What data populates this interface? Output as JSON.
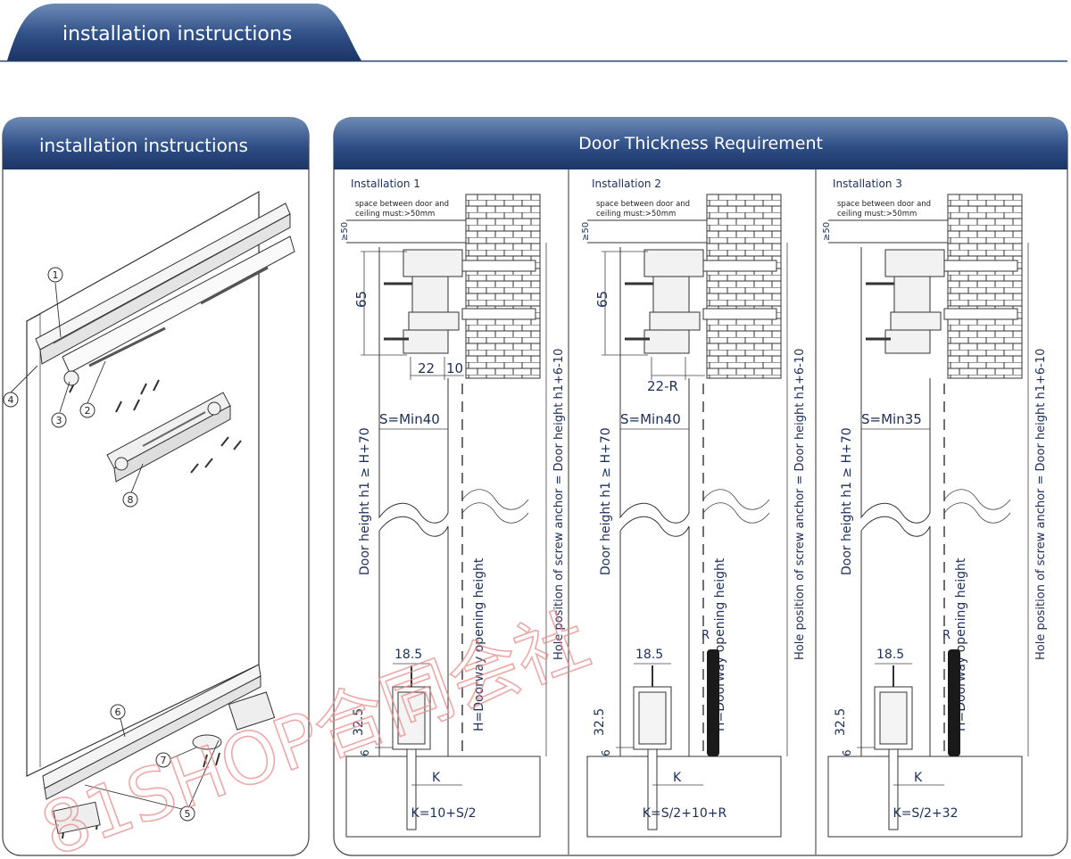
{
  "banner": {
    "title": "installation instructions"
  },
  "left_panel": {
    "title": "installation instructions",
    "callouts": [
      "1",
      "2",
      "3",
      "4",
      "5",
      "6",
      "7",
      "8",
      "5"
    ]
  },
  "right_panel": {
    "title": "Door  Thickness Requirement",
    "installations": [
      {
        "label": "Installation 1",
        "space_note_1": "space between door and",
        "space_note_2": "ceiling must:>50mm",
        "clearance": "≥50",
        "dim_65": "65",
        "dim_a": "22",
        "dim_b": "10",
        "thickness": "S=Min40",
        "door_height": "Door height h1 ≥ H+70",
        "opening_height": "H=Doorway opening height",
        "hole_position": "Hole position of screw anchor = Door height h1+6-10",
        "dim_185": "18.5",
        "dim_325": "32.5",
        "dim_6": "6",
        "k_label": "K",
        "formula": "K=10+S/2"
      },
      {
        "label": "Installation 2",
        "space_note_1": "space between door and",
        "space_note_2": "ceiling must:>50mm",
        "clearance": "≥50",
        "dim_65": "65",
        "dim_a": "22-R",
        "thickness": "S=Min40",
        "door_height": "Door height h1 ≥ H+70",
        "opening_height": "H=Doorway opening height",
        "hole_position": "Hole position of screw anchor = Door height h1+6-10",
        "r_label": "R",
        "dim_185": "18.5",
        "dim_325": "32.5",
        "dim_6": "6",
        "k_label": "K",
        "formula": "K=S/2+10+R"
      },
      {
        "label": "Installation 3",
        "space_note_1": "space between door and",
        "space_note_2": "ceiling must:>50mm",
        "clearance": "≥50",
        "thickness": "S=Min35",
        "door_height": "Door height h1 ≥ H+70",
        "opening_height": "H=Doorway opening height",
        "hole_position": "Hole position of screw anchor = Door height h1+6-10",
        "r_label": "R",
        "dim_185": "18.5",
        "dim_325": "32.5",
        "dim_6": "6",
        "k_label": "K",
        "formula": "K=S/2+32"
      }
    ]
  },
  "watermark": "81SHOP合同会社",
  "colors": {
    "header_navy": "#233f73",
    "header_light": "#5a79a8",
    "text_navy": "#1b2f5a",
    "watermark": "#e88b8b"
  }
}
